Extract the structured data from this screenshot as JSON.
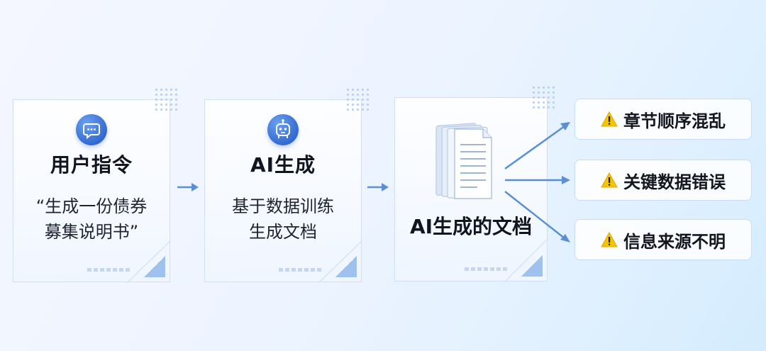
{
  "steps": [
    {
      "title": "用户指令",
      "desc_line1": "“生成一份债券",
      "desc_line2": "募集说明书”",
      "icon": "chat-bubble-icon"
    },
    {
      "title": "AI生成",
      "desc_line1": "基于数据训练",
      "desc_line2": "生成文档",
      "icon": "robot-icon"
    },
    {
      "title": "AI生成的文档",
      "icon": "document-stack-icon"
    }
  ],
  "issues": [
    {
      "label": "章节顺序混乱"
    },
    {
      "label": "关键数据错误"
    },
    {
      "label": "信息来源不明"
    }
  ],
  "colors": {
    "accent": "#3166cf",
    "arrow": "#5a8fd6",
    "warning": "#f5c400",
    "border": "#cfe0f6"
  }
}
